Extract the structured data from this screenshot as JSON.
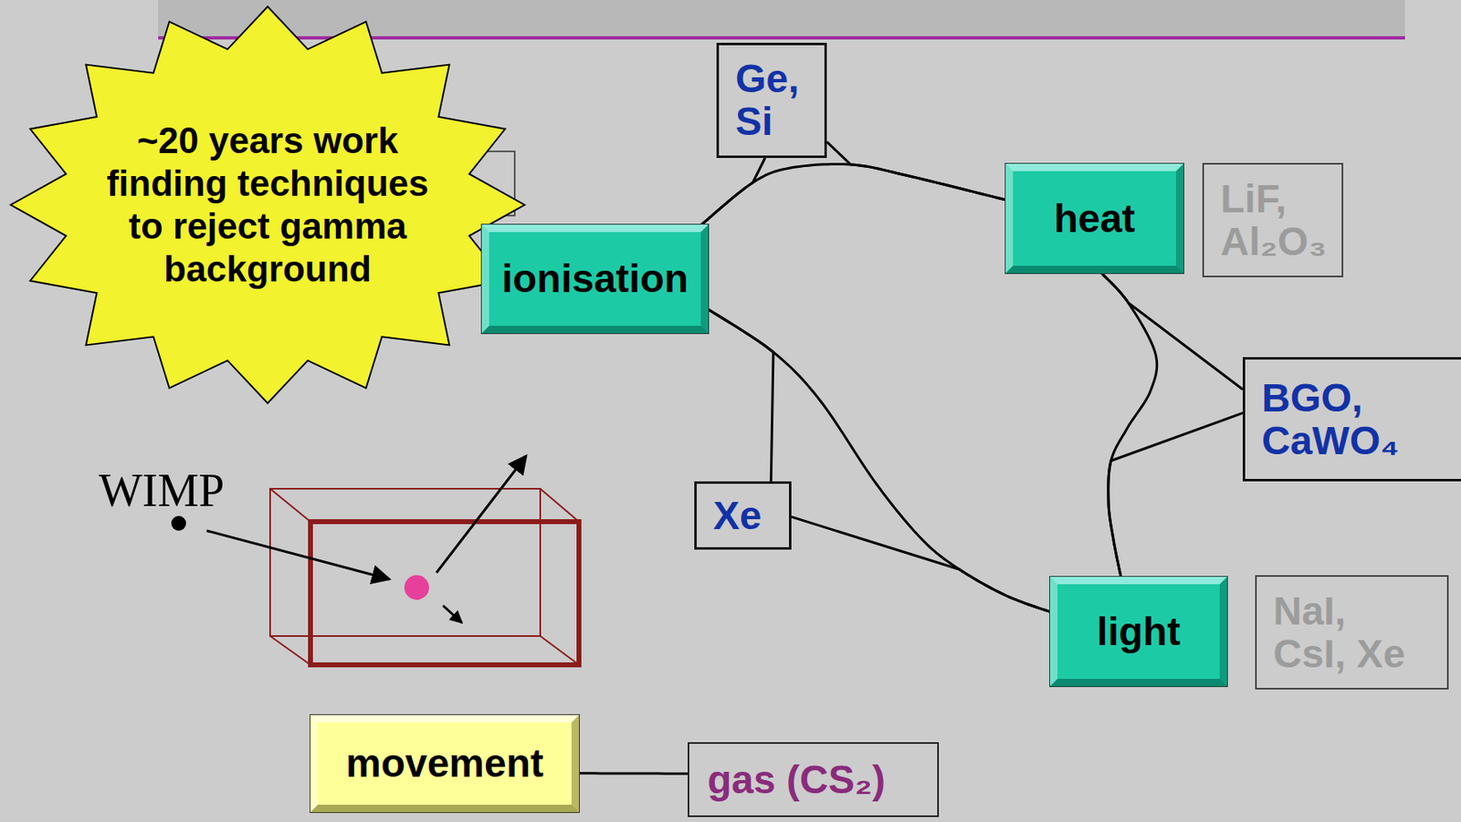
{
  "diagram": {
    "nodes": [
      {
        "text": [
          "~20 years work finding techniques to reject gamma background"
        ]
      },
      {
        "text": [
          "Ge, Si"
        ]
      },
      {
        "text": [
          "ionisation"
        ]
      },
      {
        "text": [
          "heat"
        ]
      },
      {
        "text": [
          "LiF, Al₂O₃"
        ]
      },
      {
        "text": [
          "BGO, CaWO₄"
        ]
      },
      {
        "text": [
          "Xe"
        ]
      },
      {
        "text": [
          "light"
        ]
      },
      {
        "text": [
          "NaI, CsI, Xe"
        ]
      },
      {
        "text": [
          "movement"
        ]
      },
      {
        "text": [
          "gas (CS₂)"
        ]
      }
    ],
    "edges": [
      {
        "from": 2,
        "to": 3,
        "arrow": "none"
      },
      {
        "from": 1,
        "to": 2,
        "arrow": "none"
      },
      {
        "from": 1,
        "to": 3,
        "arrow": "none"
      },
      {
        "from": 2,
        "to": 7,
        "arrow": "none"
      },
      {
        "from": 6,
        "to": 2,
        "arrow": "none"
      },
      {
        "from": 6,
        "to": 7,
        "arrow": "none"
      },
      {
        "from": 3,
        "to": 7,
        "arrow": "none"
      },
      {
        "from": 5,
        "to": 3,
        "arrow": "none"
      },
      {
        "from": 5,
        "to": 7,
        "arrow": "none"
      },
      {
        "from": 9,
        "to": 10,
        "arrow": "none"
      }
    ],
    "labels": [
      "WIMP"
    ]
  }
}
